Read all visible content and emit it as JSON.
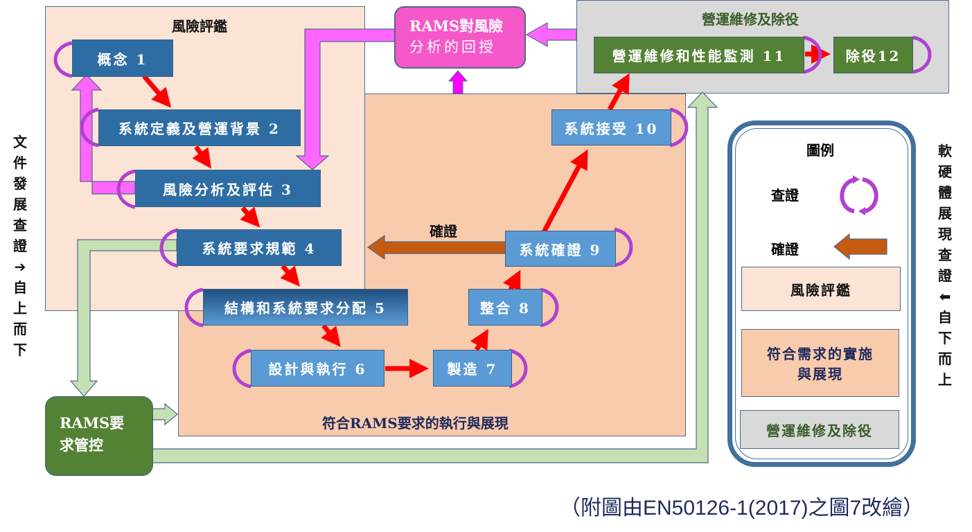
{
  "regions": {
    "risk": {
      "title": "風險評鑑"
    },
    "impl": {
      "title": "符合RAMS要求的執行與展現"
    },
    "ops": {
      "title": "營運維修及除役"
    }
  },
  "phases": [
    {
      "id": 1,
      "label": "概念 1"
    },
    {
      "id": 2,
      "label": "系統定義及營運背景 2"
    },
    {
      "id": 3,
      "label": "風險分析及評估 3"
    },
    {
      "id": 4,
      "label": "系統要求規範 4"
    },
    {
      "id": 5,
      "label": "結構和系統要求分配 5"
    },
    {
      "id": 6,
      "label": "設計與執行 6"
    },
    {
      "id": 7,
      "label": "製造 7"
    },
    {
      "id": 8,
      "label": "整合 8"
    },
    {
      "id": 9,
      "label": "系統確證 9"
    },
    {
      "id": 10,
      "label": "系統接受 10"
    },
    {
      "id": 11,
      "label": "營運維修和性能監測 11"
    },
    {
      "id": 12,
      "label": "除役12"
    }
  ],
  "feedback_box": {
    "line1": "RAMS對風險",
    "line2": "分析的回授"
  },
  "rams_control": {
    "line1": "RAMS要",
    "line2": "求管控"
  },
  "validation_arrow_label": "確證",
  "left_side": {
    "chars": [
      "文",
      "件",
      "發",
      "展",
      "查",
      "證",
      "➔",
      "自",
      "上",
      "而",
      "下"
    ]
  },
  "right_side": {
    "chars": [
      "軟",
      "硬",
      "體",
      "展",
      "現",
      "查",
      "證",
      "🡐",
      "自",
      "下",
      "而",
      "上"
    ]
  },
  "legend": {
    "title": "圖例",
    "verification_label": "查證",
    "validation_label": "確證",
    "risk_label": "風險評鑑",
    "impl_line1": "符合需求的實施",
    "impl_line2": "與展現",
    "ops_label": "營運維修及除役"
  },
  "caption": "（附圖由EN50126-1(2017)之圖7改繪）",
  "colors": {
    "risk_bg": "#fbe4d5",
    "impl_bg": "#f8cbad",
    "ops_bg": "#d9d9d9",
    "dark_blue": "#2e6da4",
    "light_blue": "#5b9bd5",
    "green": "#548235",
    "pink": "#f558c8",
    "red_arrow": "#ff0000",
    "validation_arrow": "#c55a11",
    "light_green_arrow": "#c5e0b4",
    "loop_purple": "#9933cc"
  }
}
